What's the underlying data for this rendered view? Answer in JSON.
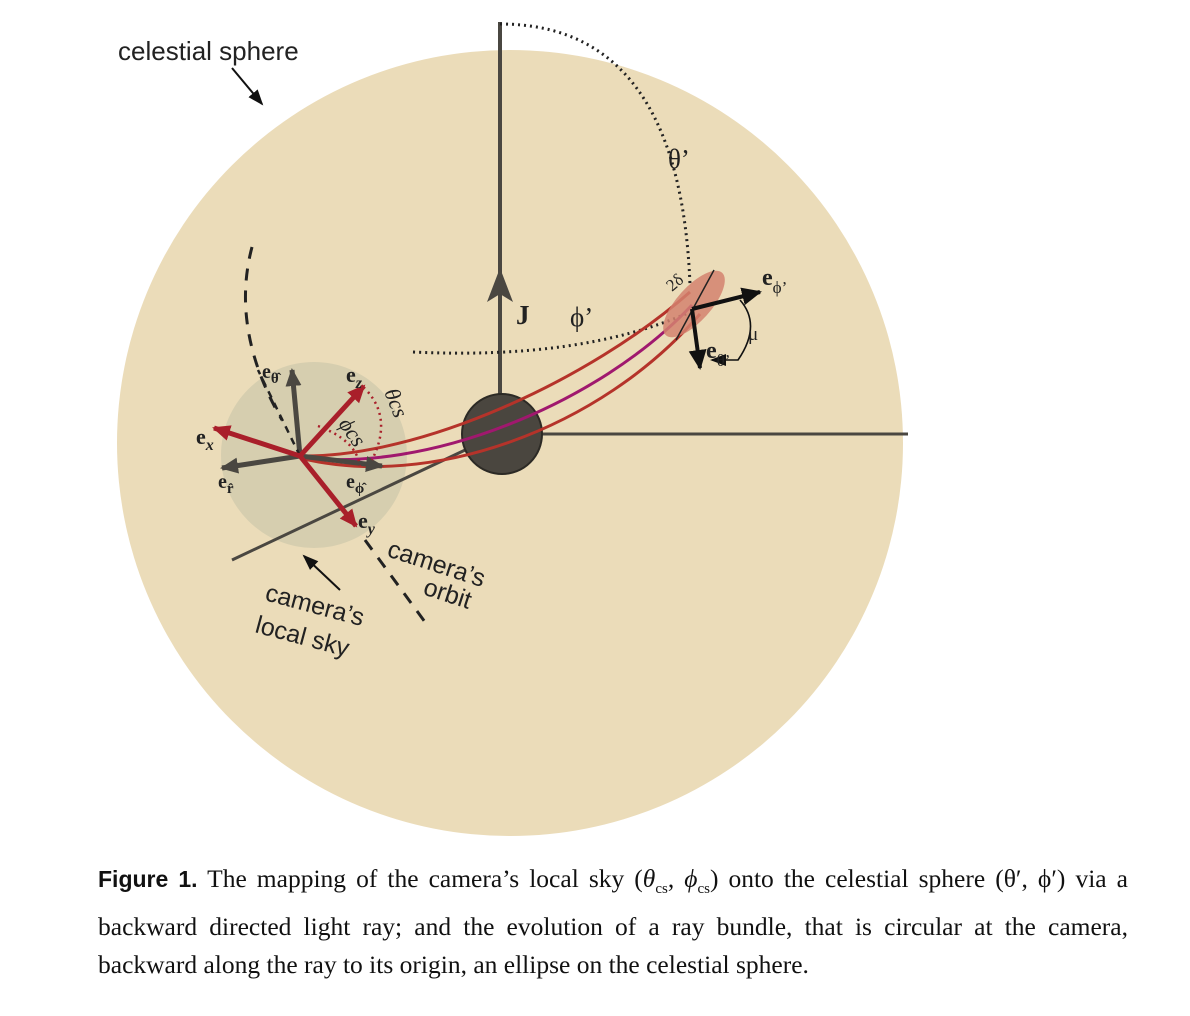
{
  "diagram": {
    "labels": {
      "celestial_sphere": "celestial sphere",
      "camera_orbit_line1": "camera’s",
      "camera_orbit_line2": "orbit",
      "local_sky_line1": "camera’s",
      "local_sky_line2": "local sky",
      "J": "J",
      "phi_prime": "ϕ’",
      "theta_prime": "θ’",
      "e_phi_prime_base": "e",
      "e_phi_prime_sub": "ϕ’",
      "e_theta_prime_base": "e",
      "e_theta_prime_sub": "θ’",
      "mu": "μ",
      "two_delta": "2δ",
      "e_x_base": "e",
      "e_x_sub": "x",
      "e_y_base": "e",
      "e_y_sub": "y",
      "e_z_base": "e",
      "e_z_sub": "z",
      "e_r_base": "e",
      "e_r_sub": "r̂",
      "e_theta_hat_base": "e",
      "e_theta_hat_sub": "θ̂",
      "e_phi_hat_base": "e",
      "e_phi_hat_sub": "ϕ̂",
      "theta_cs": "θcs",
      "phi_cs": "ϕcs"
    },
    "colors": {
      "sphere": "#ebdcb9",
      "local_sky": "#d6ceaf",
      "black_hole": "#4a463f",
      "axes_dark": "#4a4741",
      "camera_basis_red": "#a91f2a",
      "ray_bundle": "#b5332a",
      "central_ray": "#a0186e",
      "ellipse": "#d4826e"
    }
  },
  "caption": {
    "label": "Figure 1.",
    "part1": " The mapping of the camera’s local sky (",
    "theta": "θ",
    "cs1": "cs",
    "comma": ", ",
    "phi": "ϕ",
    "cs2": "cs",
    "part2": ") onto the celestial sphere (θ′, ϕ′) via a backward directed light ray; and the evolution of a ray bundle, that is circular at the camera, backward along the ray to its origin, an ellipse on the celestial sphere."
  }
}
